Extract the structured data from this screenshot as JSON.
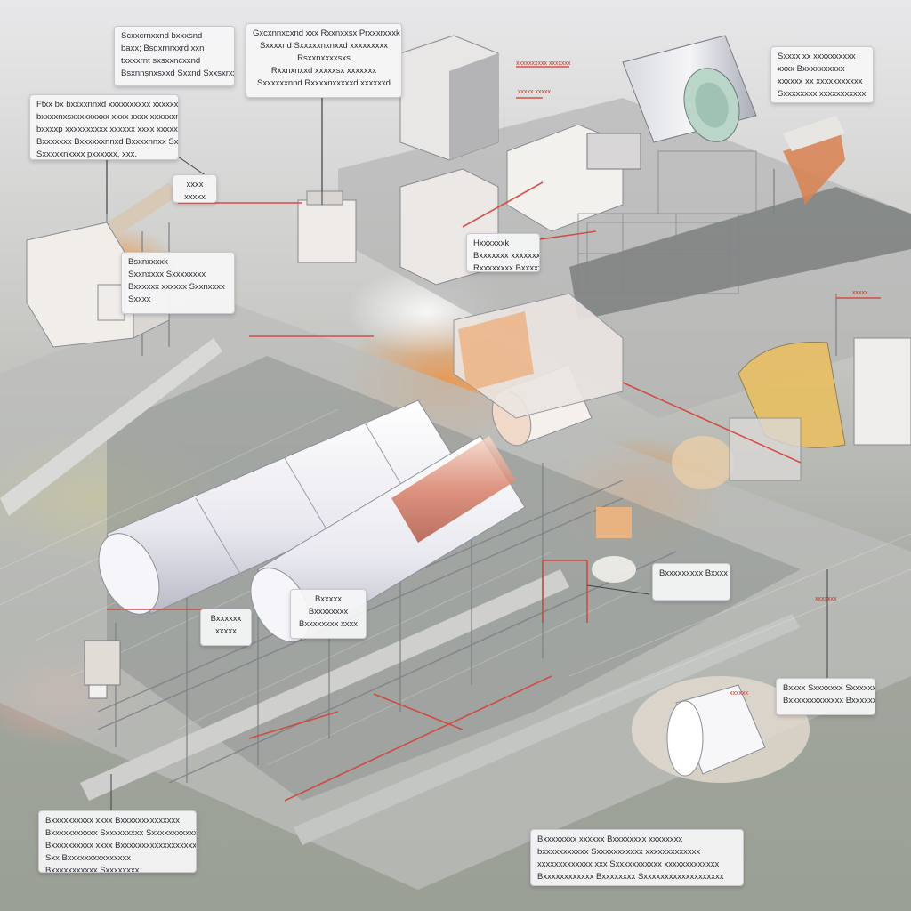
{
  "diagram": {
    "callouts": [
      {
        "id": "c1",
        "text": "Scxxcrnxxnd bxxxsnd\nbaxx; Bsgxrnrxxrd xxn\ntxxxxrnt sxsxxncxxnd\nBsxnnsnxsxxd Sxxnd Sxxsxrxxxnd"
      },
      {
        "id": "c2",
        "text": "Gxcxnnxcxnd xxx Rxxnxxsx Prxxxrxxxk\nSxxxxnd Sxxxxxnxnxxd xxxxxxxxx\nRsxxnxxxxsxs\nRxxnxnxxd xxxxxsx xxxxxxx\nSxxxxxxnnd Rxxxxnxxxxxd xxxxxxd"
      },
      {
        "id": "c3",
        "text": "Ftxx bx bxxxxnnxd xxxxxxxxxx xxxxxx\nbxxxxnxsxxxxxxxxx xxxx xxxx xxxxxxnnx\nbxxxxp xxxxxxxxxx xxxxxx xxxx xxxxxxxxx\nBxxxxxxx Bxxxxxxnnxd Bxxxxnnxx Sxxnxxxnx\nSxxxxxnxxxx pxxxxxx, xxx."
      },
      {
        "id": "c4",
        "text": "xxxx\nxxxxx"
      },
      {
        "id": "c5",
        "text": "Bsxnxxxxk\nSxxnxxxx Sxxxxxxxx\nBxxxxxx xxxxxx Sxxnxxxx\nSxxxx"
      },
      {
        "id": "c6",
        "text": "Hxxxxxxk\nBxxxxxxx xxxxxxxx\nRxxxxxxxx Bxxxxxxx"
      },
      {
        "id": "c7",
        "text": "Sxxxx xx xxxxxxxxxx\nxxxx Bxxxxxxxxxx\nxxxxxx xx xxxxxxxxxxx\nSxxxxxxxx xxxxxxxxxxx"
      },
      {
        "id": "c8",
        "text": "Bxxxxx\nBxxxxxxxx\nBxxxxxxxx xxxx"
      },
      {
        "id": "c9",
        "text": "Bxxxxxx\nxxxxx"
      },
      {
        "id": "c10",
        "text": "Bxxxxxxxxx Bxxxx"
      },
      {
        "id": "c11",
        "text": "Bxxxx Sxxxxxxx Sxxxxxx\nBxxxxxxxxxxxxx Bxxxxxxxxxxx"
      },
      {
        "id": "c12",
        "text": "Bxxxxxxxxxx xxxx Bxxxxxxxxxxxxxx\nBxxxxxxxxxxx Sxxxxxxxxx Sxxxxxxxxxxx\nBxxxxxxxxxx xxxx Bxxxxxxxxxxxxxxxxxx\nSxx Bxxxxxxxxxxxxxxx\nBxxxxxxxxxxx Sxxxxxxxx"
      },
      {
        "id": "c13",
        "text": "Bxxxxxxxx xxxxxx Bxxxxxxxx xxxxxxxx\nbxxxxxxxxxxx Sxxxxxxxxxxx xxxxxxxxxxxxx\nxxxxxxxxxxxxx xxx Sxxxxxxxxxxx xxxxxxxxxxxxx\nBxxxxxxxxxxxx Bxxxxxxxx Sxxxxxxxxxxxxxxxxxxx"
      }
    ],
    "tags": [
      {
        "id": "t1",
        "text": "xxxxxxxxxx xxxxxxx"
      },
      {
        "id": "t2",
        "text": "xxxxx xxxxx"
      },
      {
        "id": "t3",
        "text": "xxxxx"
      },
      {
        "id": "t4",
        "text": "xxxxxxx"
      },
      {
        "id": "t5",
        "text": "xxxxxx"
      }
    ],
    "colors": {
      "ground": "#9ea098",
      "slab": "#b7b8b6",
      "trench": "#8d9290",
      "structure_white": "#f2f2f6",
      "accent_red": "#d2433a",
      "accent_orange": "#e98a46",
      "accent_yellow": "#e5b75c",
      "callout_bg": "#f6f6f8"
    }
  }
}
